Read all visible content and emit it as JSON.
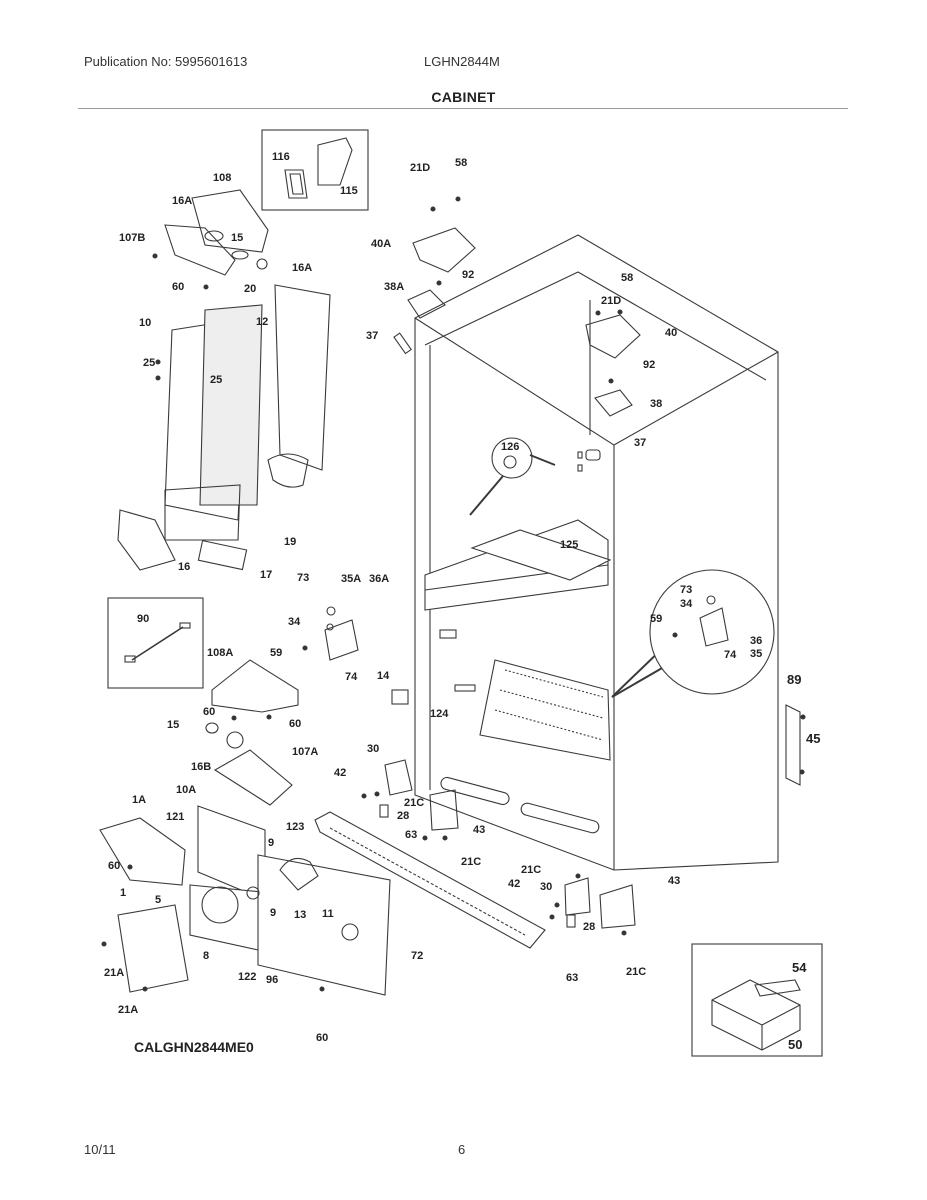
{
  "header": {
    "publication": "Publication No: 5995601613",
    "model": "LGHN2844M"
  },
  "section_title": "CABINET",
  "diagram_code": "CALGHN2844ME0",
  "footer": {
    "date": "10/11",
    "page": "6"
  },
  "callouts": [
    "116",
    "115",
    "108",
    "16A",
    "107B",
    "15",
    "16A",
    "60",
    "20",
    "10",
    "12",
    "25",
    "25",
    "19",
    "16",
    "17",
    "21D",
    "58",
    "40A",
    "92",
    "38A",
    "37",
    "58",
    "21D",
    "40",
    "92",
    "38",
    "37",
    "126",
    "125",
    "73",
    "35A",
    "36A",
    "34",
    "74",
    "14",
    "90",
    "108A",
    "59",
    "60",
    "60",
    "15",
    "16B",
    "107A",
    "30",
    "42",
    "21C",
    "28",
    "63",
    "43",
    "21C",
    "1A",
    "60",
    "121",
    "10A",
    "123",
    "9",
    "9",
    "13",
    "11",
    "1",
    "5",
    "8",
    "122",
    "96",
    "21A",
    "21A",
    "60",
    "72",
    "21C",
    "42",
    "30",
    "43",
    "28",
    "63",
    "21C",
    "73",
    "34",
    "59",
    "36",
    "35",
    "74",
    "124",
    "89",
    "45",
    "54",
    "50"
  ]
}
